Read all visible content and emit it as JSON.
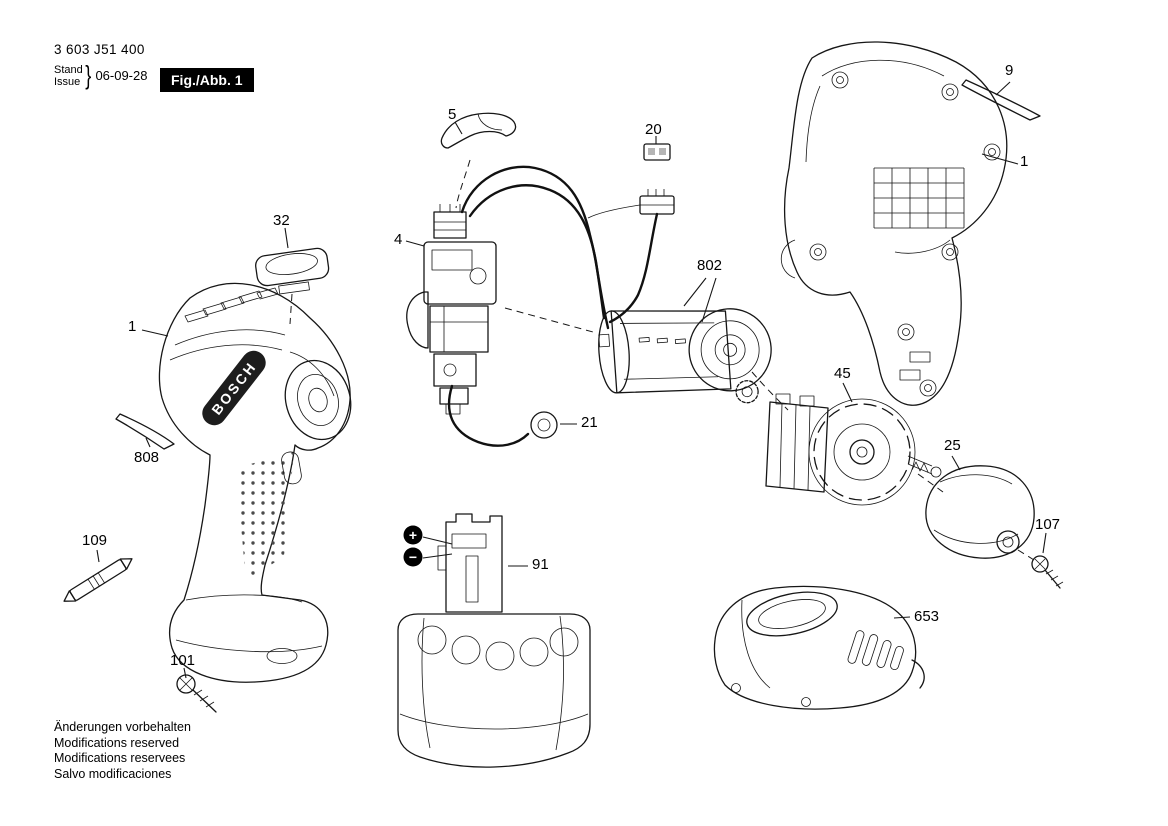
{
  "meta": {
    "part_number": "3 603 J51 400",
    "stand_label": "Stand",
    "issue_label": "Issue",
    "brace": "}",
    "issue_date": "06-09-28",
    "figure_label": "Fig./Abb. 1"
  },
  "brand": "BOSCH",
  "battery": {
    "plus_symbol": "+",
    "minus_symbol": "−"
  },
  "parts": {
    "p9": "9",
    "p1_right": "1",
    "p5": "5",
    "p20": "20",
    "p32": "32",
    "p4": "4",
    "p802": "802",
    "p1_left": "1",
    "p21": "21",
    "p808": "808",
    "p45": "45",
    "p25": "25",
    "p107": "107",
    "p109": "109",
    "p91": "91",
    "p653": "653",
    "p101": "101"
  },
  "footer": {
    "lines": [
      "Änderungen vorbehalten",
      "Modifications reserved",
      "Modifications reservees",
      "Salvo modificaciones"
    ]
  },
  "colors": {
    "ink": "#161616",
    "paper": "#ffffff",
    "figure_box_bg": "#000000",
    "figure_box_text": "#ffffff",
    "brand_band": "#1d1d1d"
  }
}
